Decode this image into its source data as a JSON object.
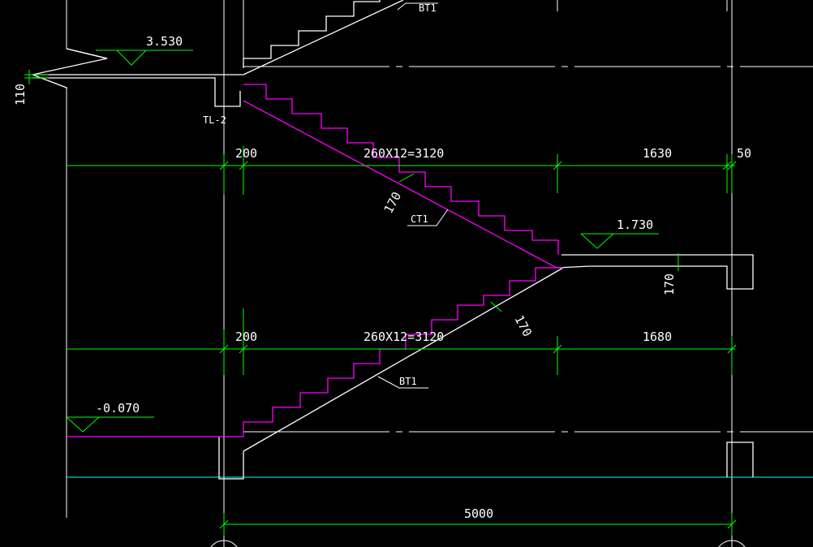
{
  "colors": {
    "background": "#000000",
    "outline": "#ffffff",
    "dimension": "#00ff00",
    "stair_steps": "#ff00ff",
    "axis": "#00ffff",
    "text": "#ffffff"
  },
  "elevations": {
    "top": "3.530",
    "middle": "1.730",
    "bottom": "-0.070"
  },
  "labels": {
    "bt1_upper": "BT1",
    "bt1_lower": "BT1",
    "tl2": "TL-2",
    "ct1": "CT1"
  },
  "dimensions": {
    "upper_left_gap": "200",
    "upper_run": "260X12=3120",
    "upper_landing": "1630",
    "upper_right_gap": "50",
    "lower_left_gap": "200",
    "lower_run": "260X12=3120",
    "lower_landing": "1680",
    "total_span": "5000",
    "slab_upper_thickness": "170",
    "slab_lower_thickness": "170",
    "landing_thickness": "170",
    "floor_thickness": "110"
  }
}
